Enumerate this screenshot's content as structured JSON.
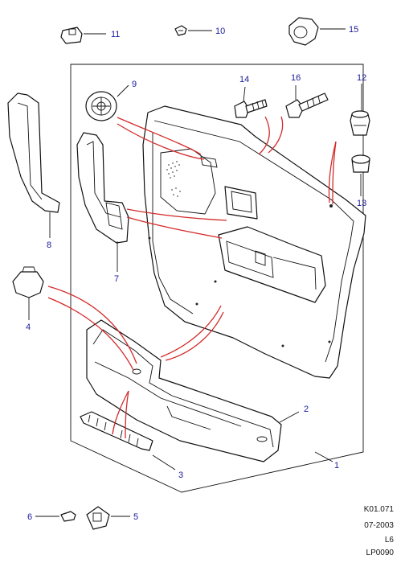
{
  "callouts": {
    "c1": "1",
    "c2": "2",
    "c3": "3",
    "c4": "4",
    "c5": "5",
    "c6": "6",
    "c7": "7",
    "c8": "8",
    "c9": "9",
    "c10": "10",
    "c11": "11",
    "c12": "12",
    "c13": "13",
    "c14": "14",
    "c15": "15",
    "c16": "16"
  },
  "reference": {
    "code": "K01.071",
    "date": "07-2003",
    "level": "L6",
    "plate": "LP0090"
  }
}
